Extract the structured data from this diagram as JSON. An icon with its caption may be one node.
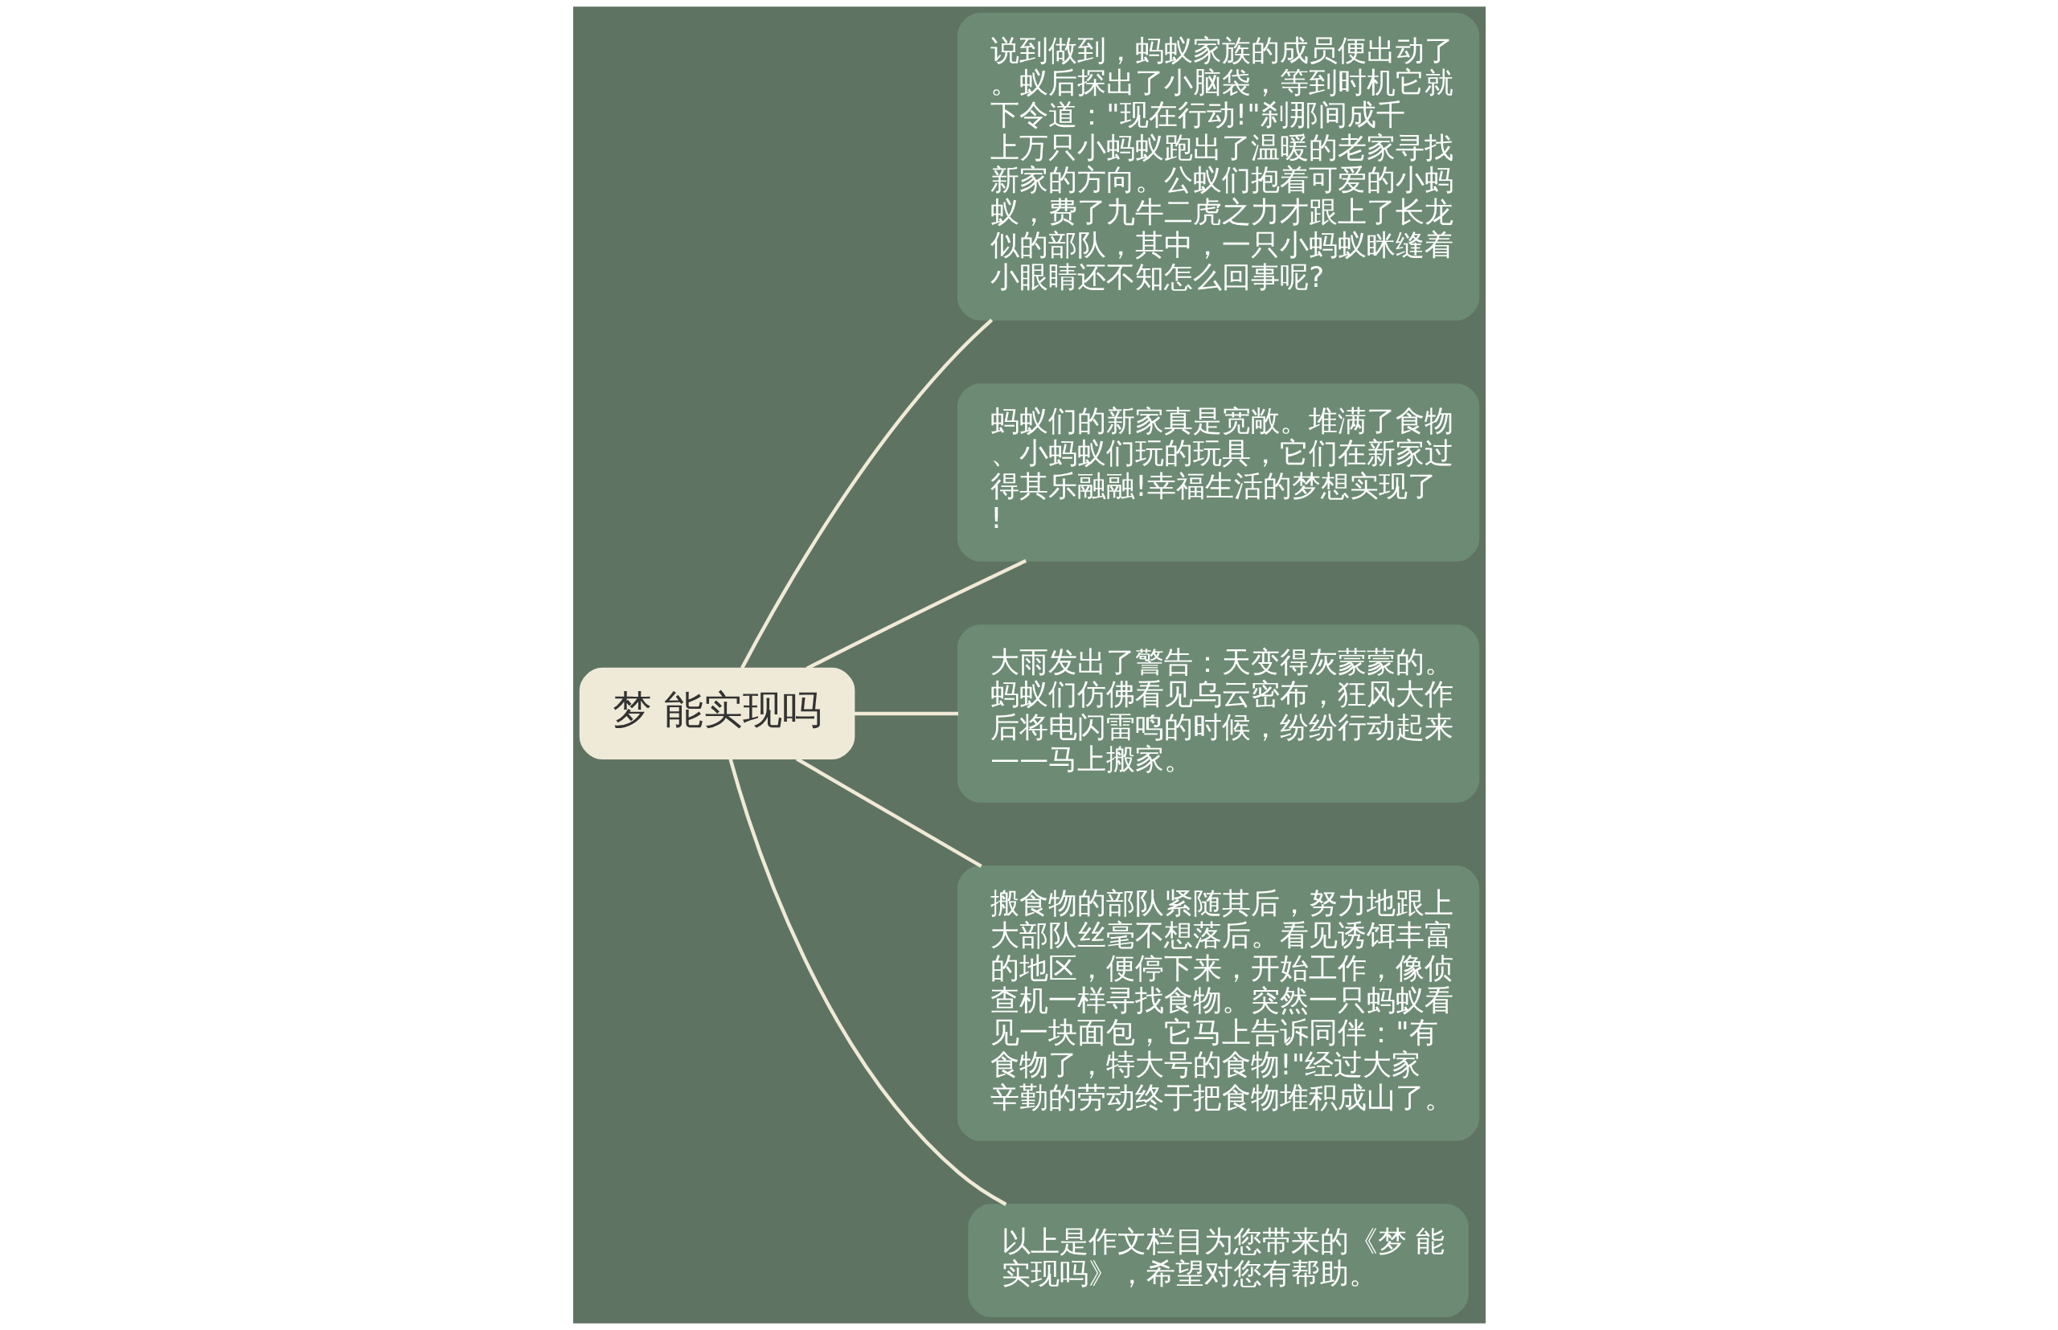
{
  "diagram": {
    "nodes": [
      {
        "text": [
          "梦 能实现吗"
        ]
      },
      {
        "text": [
          "说到做到，蚂蚁家族的成员便出动了。蚁后探出了小脑袋，等到时机它就下令道：\"现在行动!\"刹那间成千上万只小蚂蚁跑出了温暖的老家寻找新家的方向。公蚁们抱着可爱的小蚂蚁，费了九牛二虎之力才跟上了长龙似的部队，其中，一只小蚂蚁眯缝着小眼睛还不知怎么回事呢?"
        ]
      },
      {
        "text": [
          "蚂蚁们的新家真是宽敞。堆满了食物、小蚂蚁们玩的玩具，它们在新家过得其乐融融!幸福生活的梦想实现了!"
        ]
      },
      {
        "text": [
          "大雨发出了警告：天变得灰蒙蒙的。蚂蚁们仿佛看见乌云密布，狂风大作后将电闪雷鸣的时候，纷纷行动起来——马上搬家。"
        ]
      },
      {
        "text": [
          "搬食物的部队紧随其后，努力地跟上大部队丝毫不想落后。看见诱饵丰富的地区，便停下来，开始工作，像侦查机一样寻找食物。突然一只蚂蚁看见一块面包，它马上告诉同伴：\"有食物了，特大号的食物!\"经过大家辛勤的劳动终于把食物堆积成山了。"
        ]
      },
      {
        "text": [
          "以上是作文栏目为您带来的《梦 能实现吗》，希望对您有帮助。"
        ]
      }
    ],
    "edges": [
      {
        "from": 0,
        "to": 1,
        "arrow": "none"
      },
      {
        "from": 0,
        "to": 2,
        "arrow": "none"
      },
      {
        "from": 0,
        "to": 3,
        "arrow": "none"
      },
      {
        "from": 0,
        "to": 4,
        "arrow": "none"
      },
      {
        "from": 0,
        "to": 5,
        "arrow": "none"
      }
    ]
  }
}
